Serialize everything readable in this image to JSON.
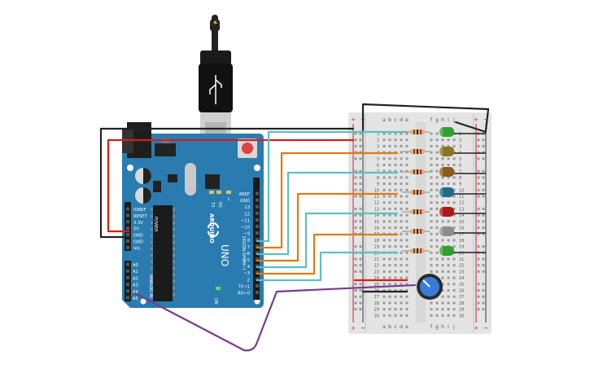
{
  "arduino": {
    "brand": "ARDUINO",
    "model": "UNO",
    "on_label": "ON",
    "tx_label": "TX",
    "rx_label": "RX",
    "l_label": "L",
    "power_header": "POWER",
    "analog_header": "ANALOG IN",
    "digital_header": "DIGITAL (PWM~)",
    "power_pins": [
      "IOREF",
      "RESET",
      "3.3V",
      "5V",
      "GND",
      "GND",
      "Vin"
    ],
    "analog_pins": [
      "A0",
      "A1",
      "A2",
      "A3",
      "A4",
      "A5"
    ],
    "digital_pins": [
      "AREF",
      "GND",
      "13",
      "12",
      "~11",
      "~10",
      "~9",
      "8",
      "7",
      "~6",
      "~5",
      "4",
      "~3",
      "2",
      "TX→1",
      "RX←0"
    ]
  },
  "breadboard": {
    "cols_left": [
      "a",
      "b",
      "c",
      "d",
      "e"
    ],
    "cols_right": [
      "f",
      "g",
      "h",
      "i",
      "j"
    ],
    "rows": [
      "1",
      "2",
      "3",
      "4",
      "5",
      "6",
      "7",
      "8",
      "9",
      "10",
      "11",
      "12",
      "13",
      "14",
      "15",
      "16",
      "17",
      "18",
      "19",
      "20",
      "21",
      "22",
      "23",
      "24",
      "25",
      "26",
      "27",
      "28",
      "29",
      "30"
    ],
    "plus": "+",
    "minus": "−"
  },
  "leds": [
    {
      "color": "#2fa12f"
    },
    {
      "color": "#8a7420"
    },
    {
      "color": "#8a5a1c"
    },
    {
      "color": "#1f6c8c"
    },
    {
      "color": "#b01818"
    },
    {
      "color": "#8c8c8c"
    },
    {
      "color": "#2fa12f"
    }
  ],
  "wire_colors": {
    "red": "#d02020",
    "black": "#222222",
    "cyan": "#5bbfc4",
    "orange": "#e07a12",
    "purple": "#7a3a8c",
    "board": "#2a7cb0"
  }
}
